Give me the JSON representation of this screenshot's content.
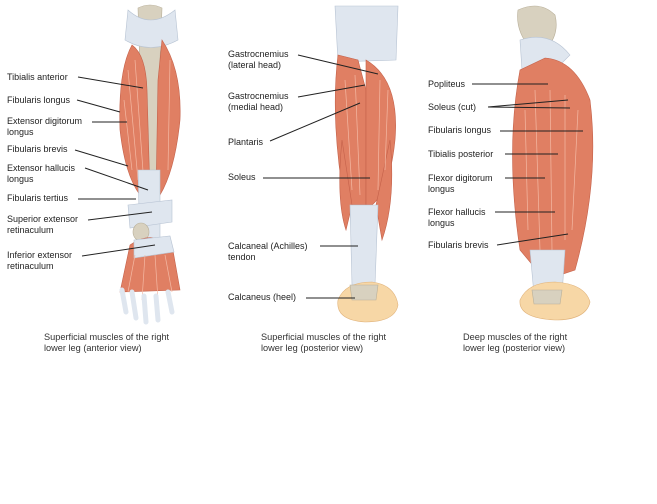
{
  "panels": [
    {
      "caption": [
        "Superficial muscles of the right",
        "lower leg (anterior view)"
      ],
      "labels": [
        [
          "Tibialis anterior"
        ],
        [
          "Fibularis longus"
        ],
        [
          "Extensor digitorum",
          "longus"
        ],
        [
          "Fibularis brevis"
        ],
        [
          "Extensor hallucis",
          "longus"
        ],
        [
          "Fibularis tertius"
        ],
        [
          "Superior extensor",
          "retinaculum"
        ],
        [
          "Inferior extensor",
          "retinaculum"
        ]
      ]
    },
    {
      "caption": [
        "Superficial muscles of the right",
        "lower leg (posterior view)"
      ],
      "labels": [
        [
          "Gastrocnemius",
          "(lateral head)"
        ],
        [
          "Gastrocnemius",
          "(medial head)"
        ],
        [
          "Plantaris"
        ],
        [
          "Soleus"
        ],
        [
          "Calcaneal (Achilles)",
          "tendon"
        ],
        [
          "Calcaneus (heel)"
        ]
      ]
    },
    {
      "caption": [
        "Deep muscles of the right",
        "lower leg (posterior view)"
      ],
      "labels": [
        [
          "Popliteus"
        ],
        [
          "Soleus (cut)"
        ],
        [
          "Fibularis longus"
        ],
        [
          "Tibialis posterior"
        ],
        [
          "Flexor digitorum",
          "longus"
        ],
        [
          "Flexor hallucis",
          "longus"
        ],
        [
          "Fibularis brevis"
        ]
      ]
    }
  ]
}
